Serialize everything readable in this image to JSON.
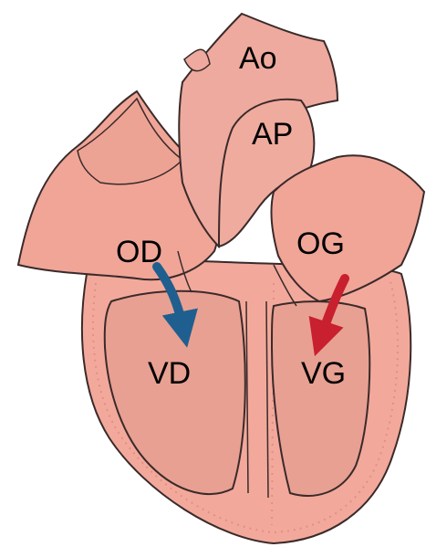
{
  "labels": {
    "aorta": "Ao",
    "pulmonary_artery": "AP",
    "right_atrium": "OD",
    "left_atrium": "OG",
    "right_ventricle": "VD",
    "left_ventricle": "VG"
  },
  "colors": {
    "wall": "#f2a99b",
    "chamber": "#e8a092",
    "vessel": "#eeaa9e",
    "outline": "#3a2a2a",
    "right_arrow": "#1f5f8f",
    "left_arrow": "#c8202e"
  }
}
